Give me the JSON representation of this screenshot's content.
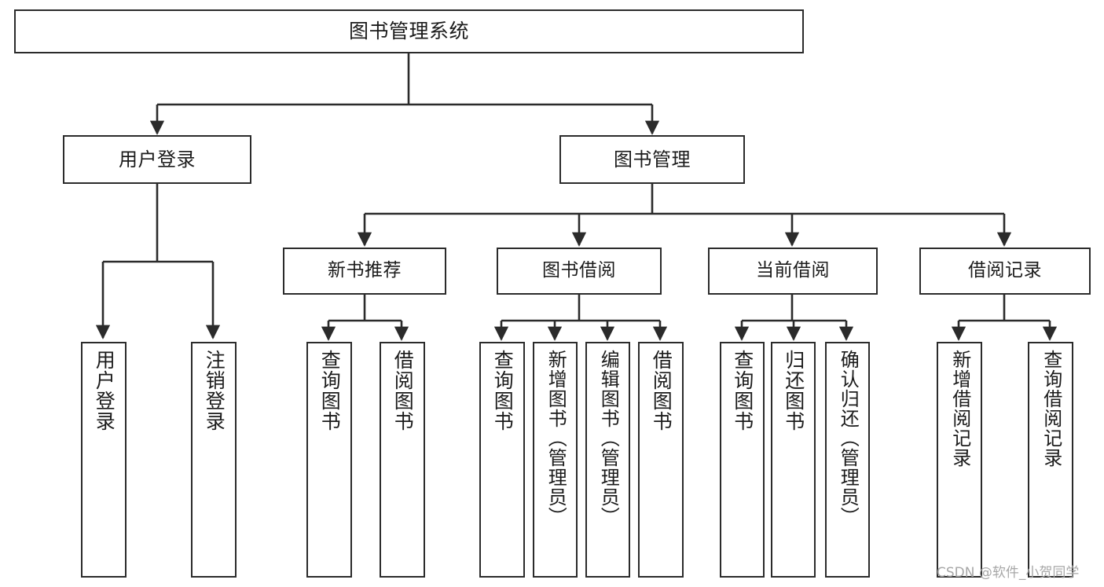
{
  "diagram": {
    "type": "tree",
    "title": "图书管理系统",
    "watermark": "CSDN @软件_小贺同学",
    "colors": {
      "box_border": "#2b2b2b",
      "box_fill": "#ffffff",
      "connector": "#2b2b2b",
      "text": "#1b1b1b",
      "watermark": "#a7a7a7",
      "background": "#ffffff"
    },
    "root": {
      "label": "图书管理系统"
    },
    "level2": [
      {
        "label": "用户登录"
      },
      {
        "label": "图书管理"
      }
    ],
    "level3": [
      {
        "label": "新书推荐"
      },
      {
        "label": "图书借阅"
      },
      {
        "label": "当前借阅"
      },
      {
        "label": "借阅记录"
      }
    ],
    "leaves": {
      "user_login": [
        {
          "label": "用户登录"
        },
        {
          "label": "注销登录"
        }
      ],
      "new_book_recommend": [
        {
          "label": "查询图书"
        },
        {
          "label": "借阅图书"
        }
      ],
      "book_borrow": [
        {
          "label": "查询图书"
        },
        {
          "label": "新增图书（管理员）"
        },
        {
          "label": "编辑图书（管理员）"
        },
        {
          "label": "借阅图书"
        }
      ],
      "current_borrow": [
        {
          "label": "查询图书"
        },
        {
          "label": "归还图书"
        },
        {
          "label": "确认归还（管理员）"
        }
      ],
      "borrow_record": [
        {
          "label": "新增借阅记录"
        },
        {
          "label": "查询借阅记录"
        }
      ]
    }
  }
}
